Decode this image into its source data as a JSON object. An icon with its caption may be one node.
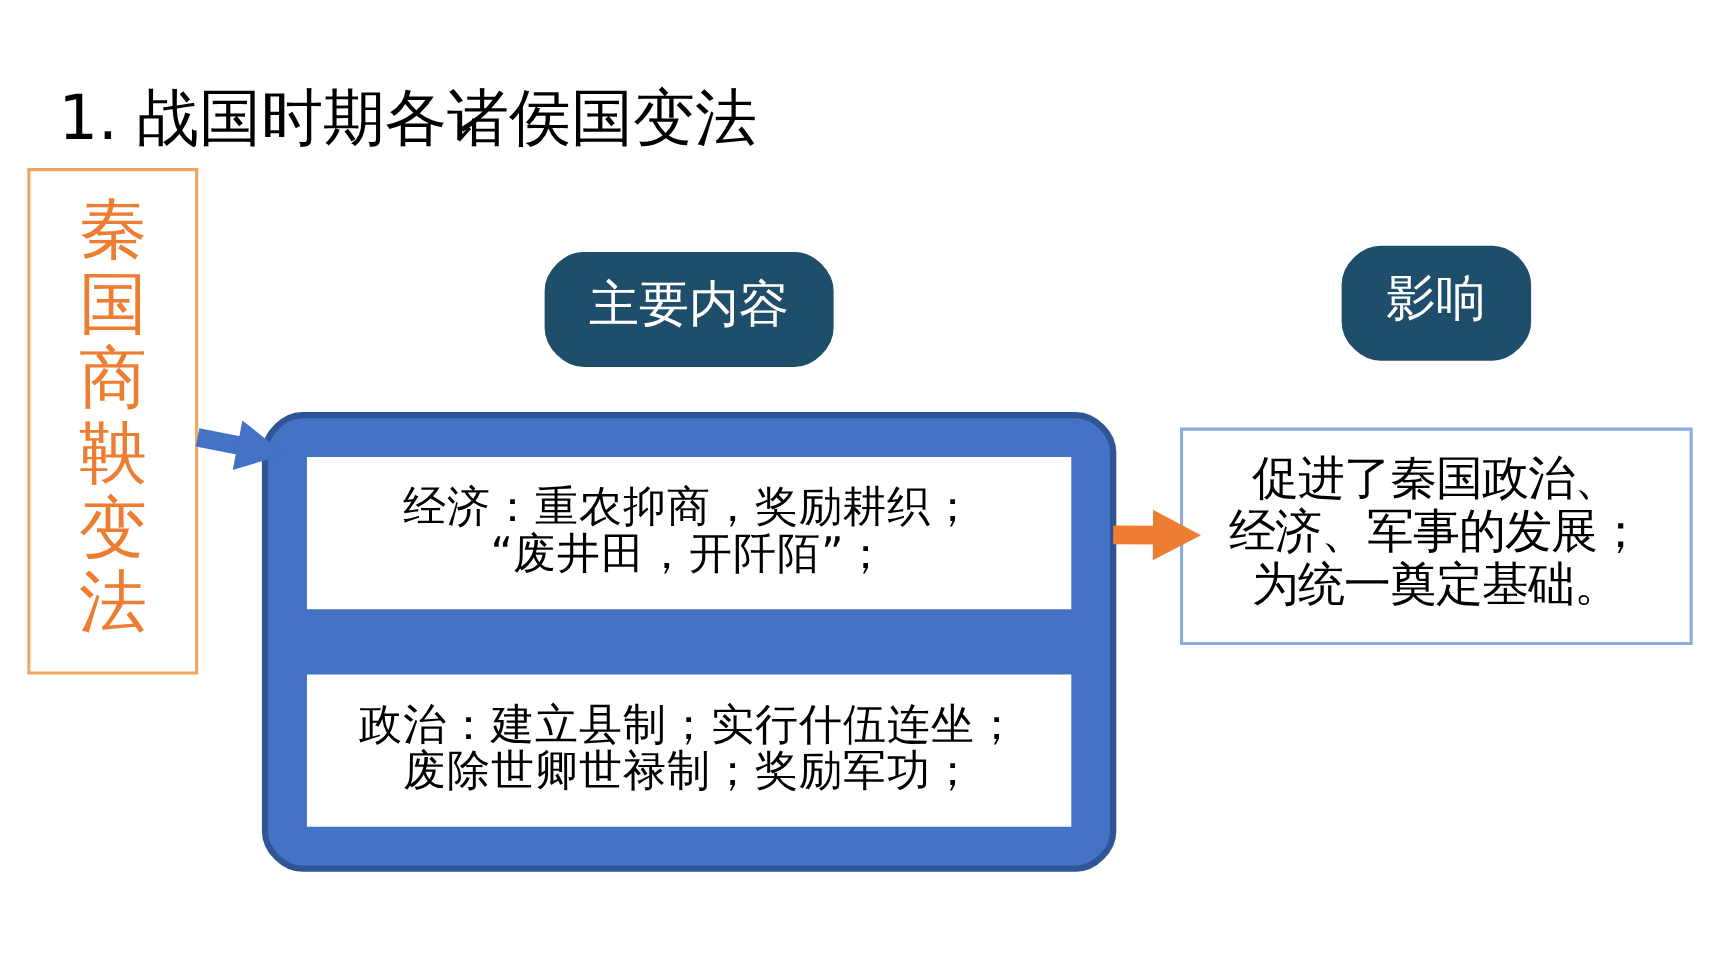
{
  "diagram": {
    "title": "1. 战国时期各诸侯国变法",
    "nodes": [
      {
        "text": [
          "秦国商鞅变法"
        ]
      },
      {
        "text": [
          "主要内容"
        ]
      },
      {
        "text": [],
        "shape": "box"
      },
      {
        "text": [
          "经济：重农抑商，奖励耕织；“废井田，开阡陌”；"
        ],
        "in": 2
      },
      {
        "text": [
          "政治：建立县制；实行什伍连坐；废除世卿世禄制；奖励军功；"
        ],
        "in": 2
      },
      {
        "text": [
          "影响"
        ]
      },
      {
        "text": [
          "促进了秦国政治、经济、军事的发展；为统一奠定基础。"
        ]
      }
    ],
    "edges": [
      {
        "from": 0,
        "to": 2,
        "arrow": "to",
        "color": "#4472c4"
      },
      {
        "from": 2,
        "to": 6,
        "arrow": "to",
        "color": "#ed7d31"
      }
    ]
  }
}
